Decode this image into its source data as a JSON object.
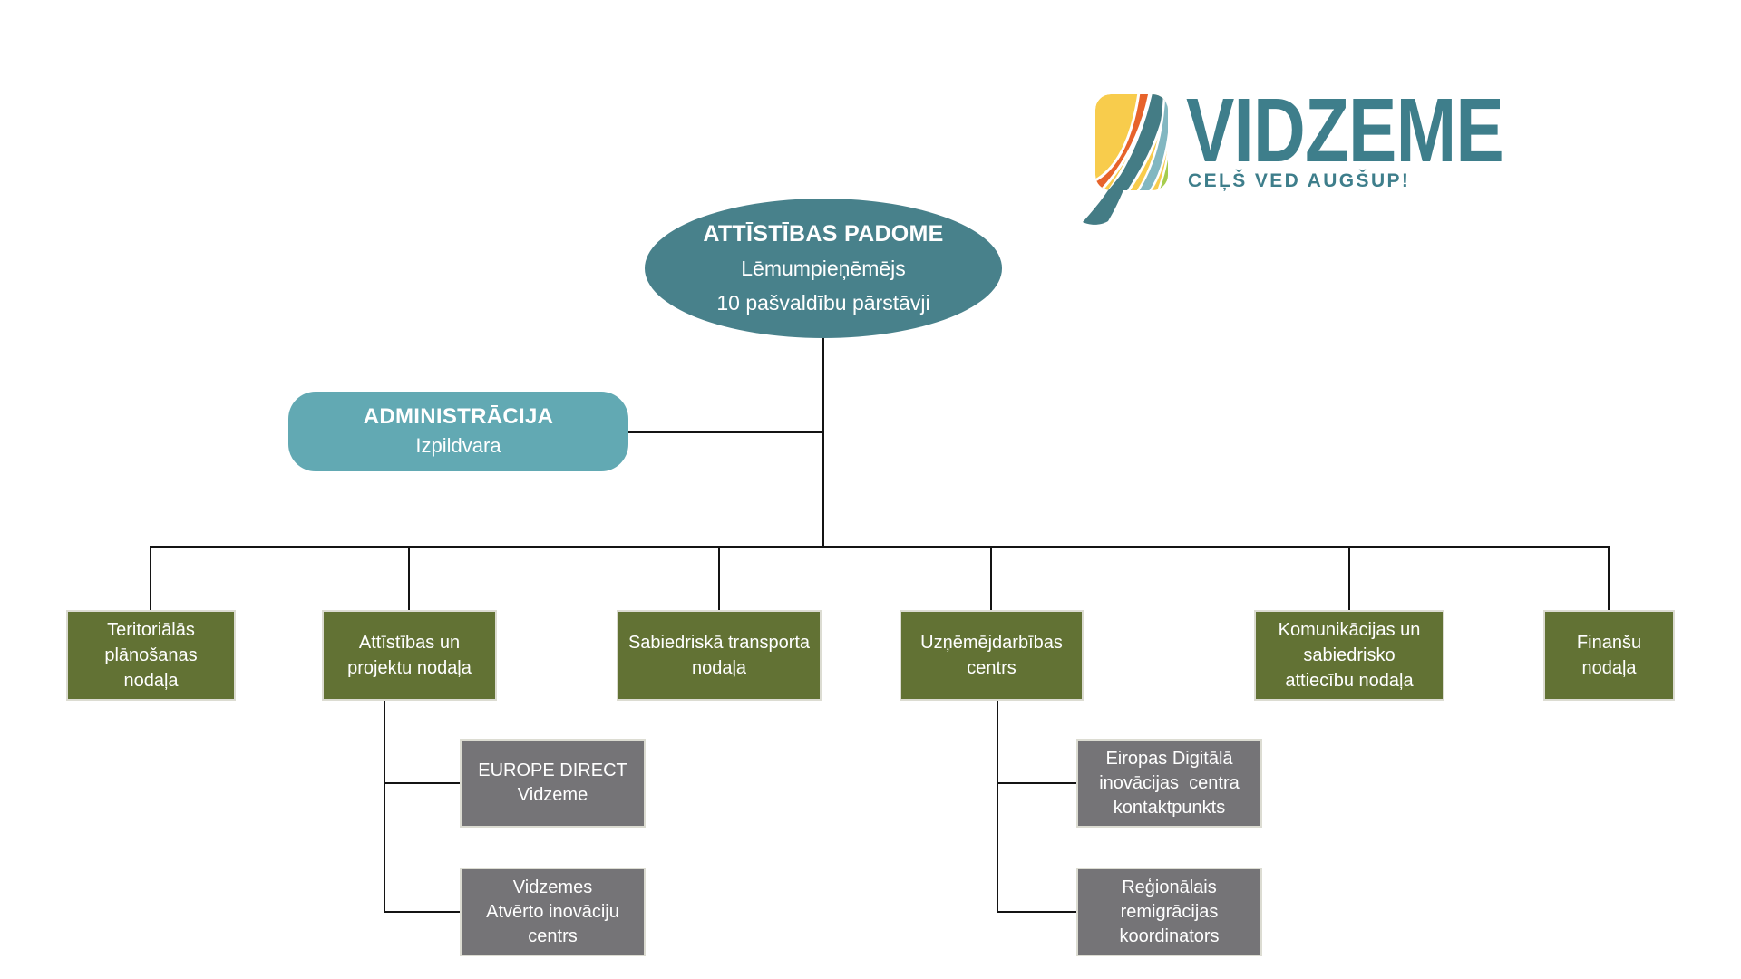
{
  "page": {
    "background": "#ffffff"
  },
  "logo": {
    "name": "VIDZEME",
    "tagline": "CEĻŠ VED AUGŠUP!",
    "text_color": "#3E7E8B",
    "mark_colors": {
      "yellow": "#F8CC4C",
      "orange": "#E7632B",
      "teal": "#447C85",
      "light_blue": "#82B7C1",
      "green": "#A5CC4D"
    }
  },
  "chart": {
    "root": {
      "title": "ATTĪSTĪBAS PADOME",
      "subtitle": "Lēmumpieņēmējs",
      "detail": "10 pašvaldību pārstāvji",
      "color": "#48818B"
    },
    "administration": {
      "title": "ADMINISTRĀCIJA",
      "subtitle": "Izpildvara",
      "color": "#62A9B3"
    },
    "departments": [
      {
        "id": "territorial-planning",
        "label": "Teritoriālās\nplānošanas\nnodaļa"
      },
      {
        "id": "development-projects",
        "label": "Attīstības un\nprojektu nodaļa"
      },
      {
        "id": "public-transport",
        "label": "Sabiedriskā transporta\nnodaļa"
      },
      {
        "id": "entrepreneurship-centre",
        "label": "Uzņēmējdarbības\ncentrs"
      },
      {
        "id": "communication-pr",
        "label": "Komunikācijas un\nsabiedrisko\nattiecību nodaļa"
      },
      {
        "id": "finance",
        "label": "Finanšu\nnodaļa"
      }
    ],
    "department_color": "#627234",
    "subunits": {
      "development": [
        {
          "label": "EUROPE DIRECT\nVidzeme"
        },
        {
          "label": "Vidzemes\nAtvērto inovāciju\ncentrs"
        }
      ],
      "business": [
        {
          "label": "Eiropas Digitālā\ninovācijas  centra\nkontaktpunkts"
        },
        {
          "label": "Reģionālais\nremigrācijas\nkoordinators"
        }
      ]
    },
    "subunit_color": "#757477",
    "line_color": "#141414"
  }
}
